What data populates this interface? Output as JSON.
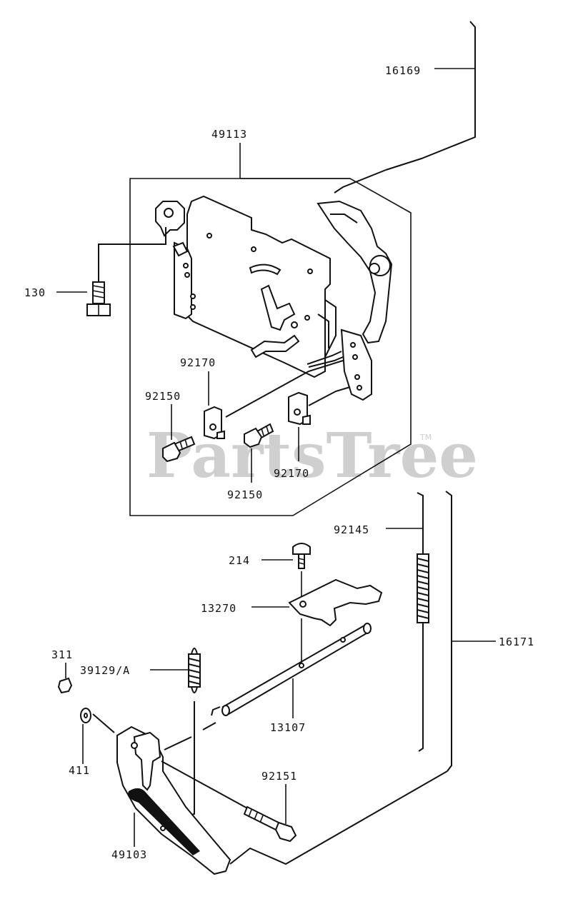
{
  "watermark": {
    "text": "PartsTree",
    "trademark": "TM"
  },
  "part_numbers": {
    "p16169": "16169",
    "p49113": "49113",
    "p130": "130",
    "p92170_a": "92170",
    "p92150_a": "92150",
    "p92150_b": "92150",
    "p92170_b": "92170",
    "p92145": "92145",
    "p214": "214",
    "p13270": "13270",
    "p16171": "16171",
    "p311": "311",
    "p39129A": "39129/A",
    "p13107": "13107",
    "p411": "411",
    "p92151": "92151",
    "p49103": "49103"
  }
}
